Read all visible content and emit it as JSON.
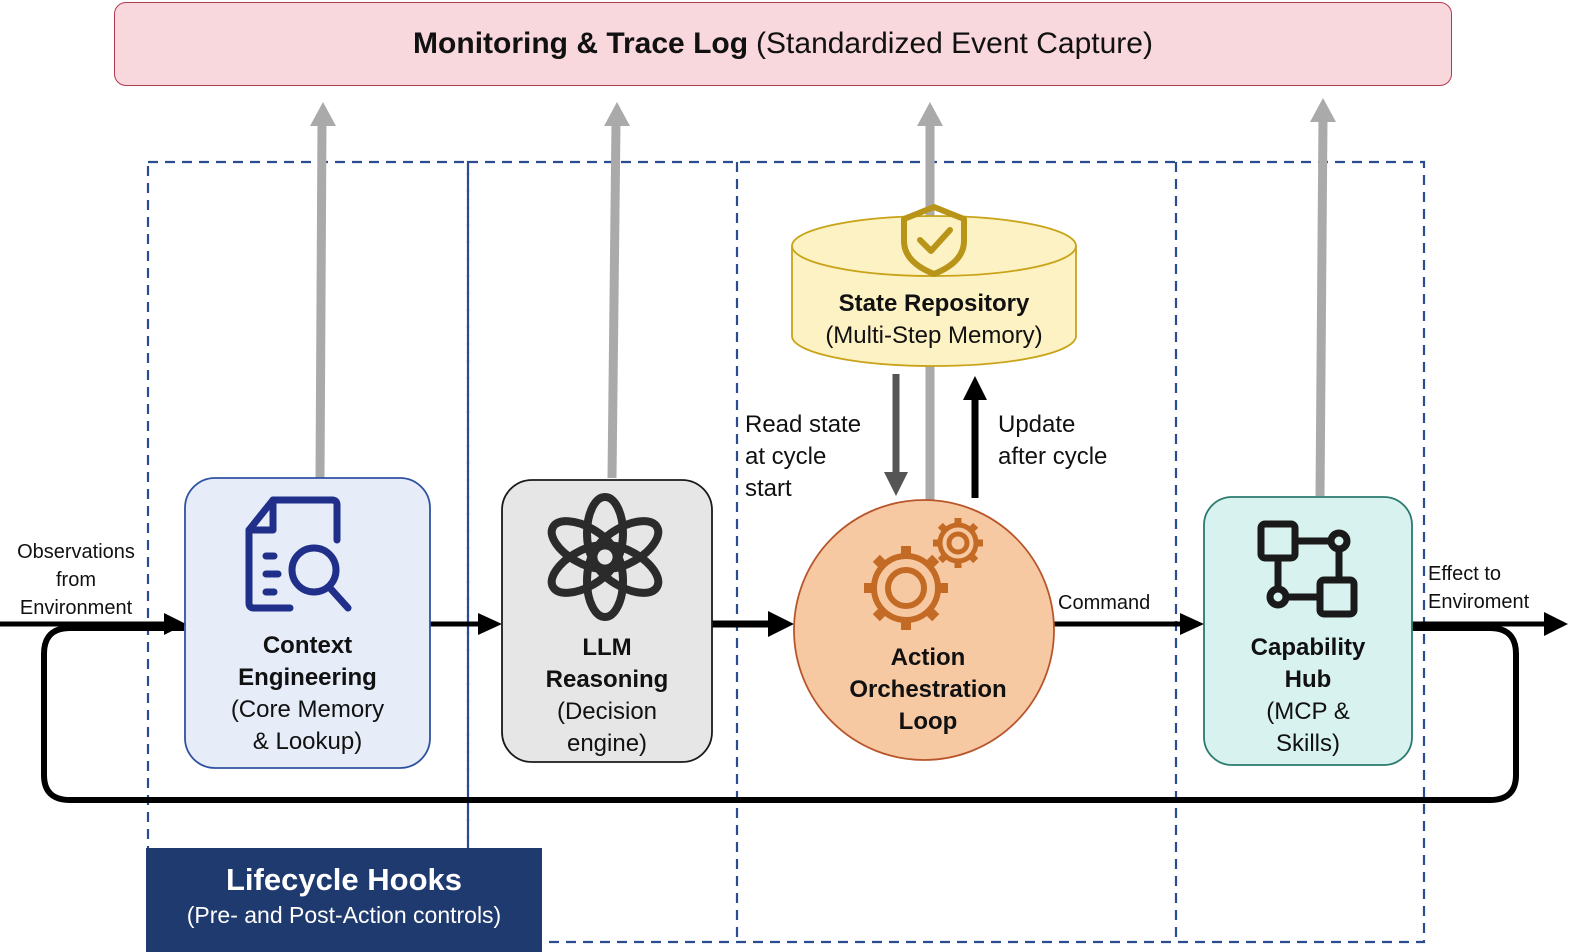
{
  "banner": {
    "title_bold": "Monitoring & Trace Log",
    "title_rest": "(Standardized Event Capture)"
  },
  "inputs": {
    "observations": [
      "Observations",
      "from",
      "Environment"
    ],
    "effect": [
      "Effect  to",
      "Enviroment"
    ]
  },
  "nodes": {
    "context": {
      "title": [
        "Context",
        "Engineering"
      ],
      "sub": [
        "(Core Memory",
        "& Lookup)"
      ]
    },
    "llm": {
      "title": [
        "LLM",
        "Reasoning"
      ],
      "sub": [
        "(Decision",
        "engine)"
      ]
    },
    "action": {
      "title": [
        "Action",
        "Orchestration",
        "Loop"
      ]
    },
    "capability": {
      "title": [
        "Capability",
        "Hub"
      ],
      "sub": [
        "(MCP &",
        "Skills)"
      ]
    },
    "state": {
      "title": "State Repository",
      "sub": "(Multi-Step Memory)"
    }
  },
  "edges": {
    "read_state": [
      "Read state",
      "at cycle",
      "start"
    ],
    "update": [
      "Update",
      "after cycle"
    ],
    "command": "Command"
  },
  "hooks": {
    "title": "Lifecycle Hooks",
    "sub": "(Pre- and Post-Action controls)"
  },
  "colors": {
    "banner_fill": "#f8d7dd",
    "context_fill": "#e6ecf8",
    "llm_fill": "#e6e6e6",
    "action_fill": "#f7c9a3",
    "capability_fill": "#d8f3ef",
    "state_fill": "#fdf2c4",
    "hooks_fill": "#1f3a6e",
    "dashed_border": "#2a4d8f",
    "gray_arrow": "#aaaaaa"
  }
}
